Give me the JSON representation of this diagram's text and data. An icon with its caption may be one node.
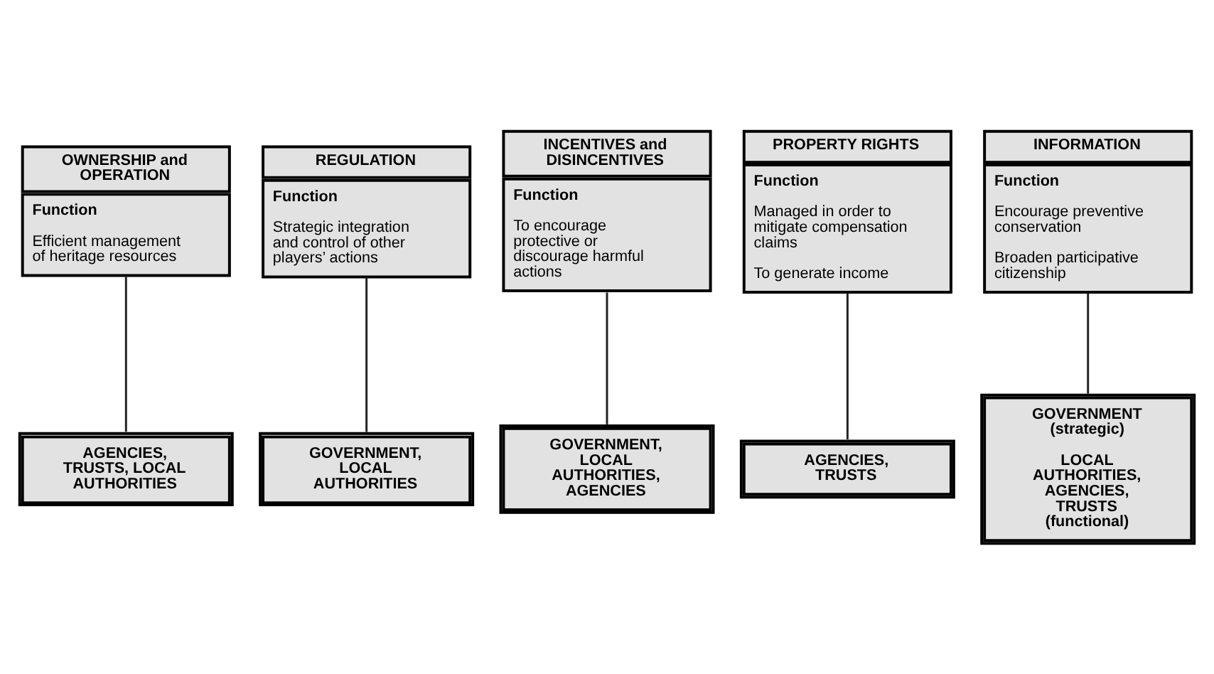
{
  "diagram": {
    "nodes": [
      {
        "text": [
          "OWNERSHIP and OPERATION",
          "Function",
          "Efficient management of heritage resources"
        ]
      },
      {
        "text": [
          "REGULATION",
          "Function",
          "Strategic integration and control of other players’ actions"
        ]
      },
      {
        "text": [
          "INCENTIVES and DISINCENTIVES",
          "Function",
          "To encourage protective or discourage harmful actions"
        ]
      },
      {
        "text": [
          "PROPERTY RIGHTS",
          "Function",
          "Managed in order to mitigate compensation claims",
          "To generate income"
        ]
      },
      {
        "text": [
          "INFORMATION",
          "Function",
          "Encourage preventive conservation",
          "Broaden participative citizenship"
        ]
      },
      {
        "text": [
          "AGENCIES, TRUSTS, LOCAL AUTHORITIES"
        ]
      },
      {
        "text": [
          "GOVERNMENT, LOCAL AUTHORITIES"
        ]
      },
      {
        "text": [
          "GOVERNMENT, LOCAL AUTHORITIES, AGENCIES"
        ]
      },
      {
        "text": [
          "AGENCIES, TRUSTS"
        ]
      },
      {
        "text": [
          "GOVERNMENT (strategic)",
          "LOCAL AUTHORITIES, AGENCIES, TRUSTS (functional)"
        ]
      }
    ],
    "edges": [
      {
        "from": 0,
        "to": 5,
        "arrow": "none"
      },
      {
        "from": 1,
        "to": 6,
        "arrow": "none"
      },
      {
        "from": 2,
        "to": 7,
        "arrow": "none"
      },
      {
        "from": 3,
        "to": 8,
        "arrow": "none"
      },
      {
        "from": 4,
        "to": 9,
        "arrow": "none"
      }
    ]
  }
}
